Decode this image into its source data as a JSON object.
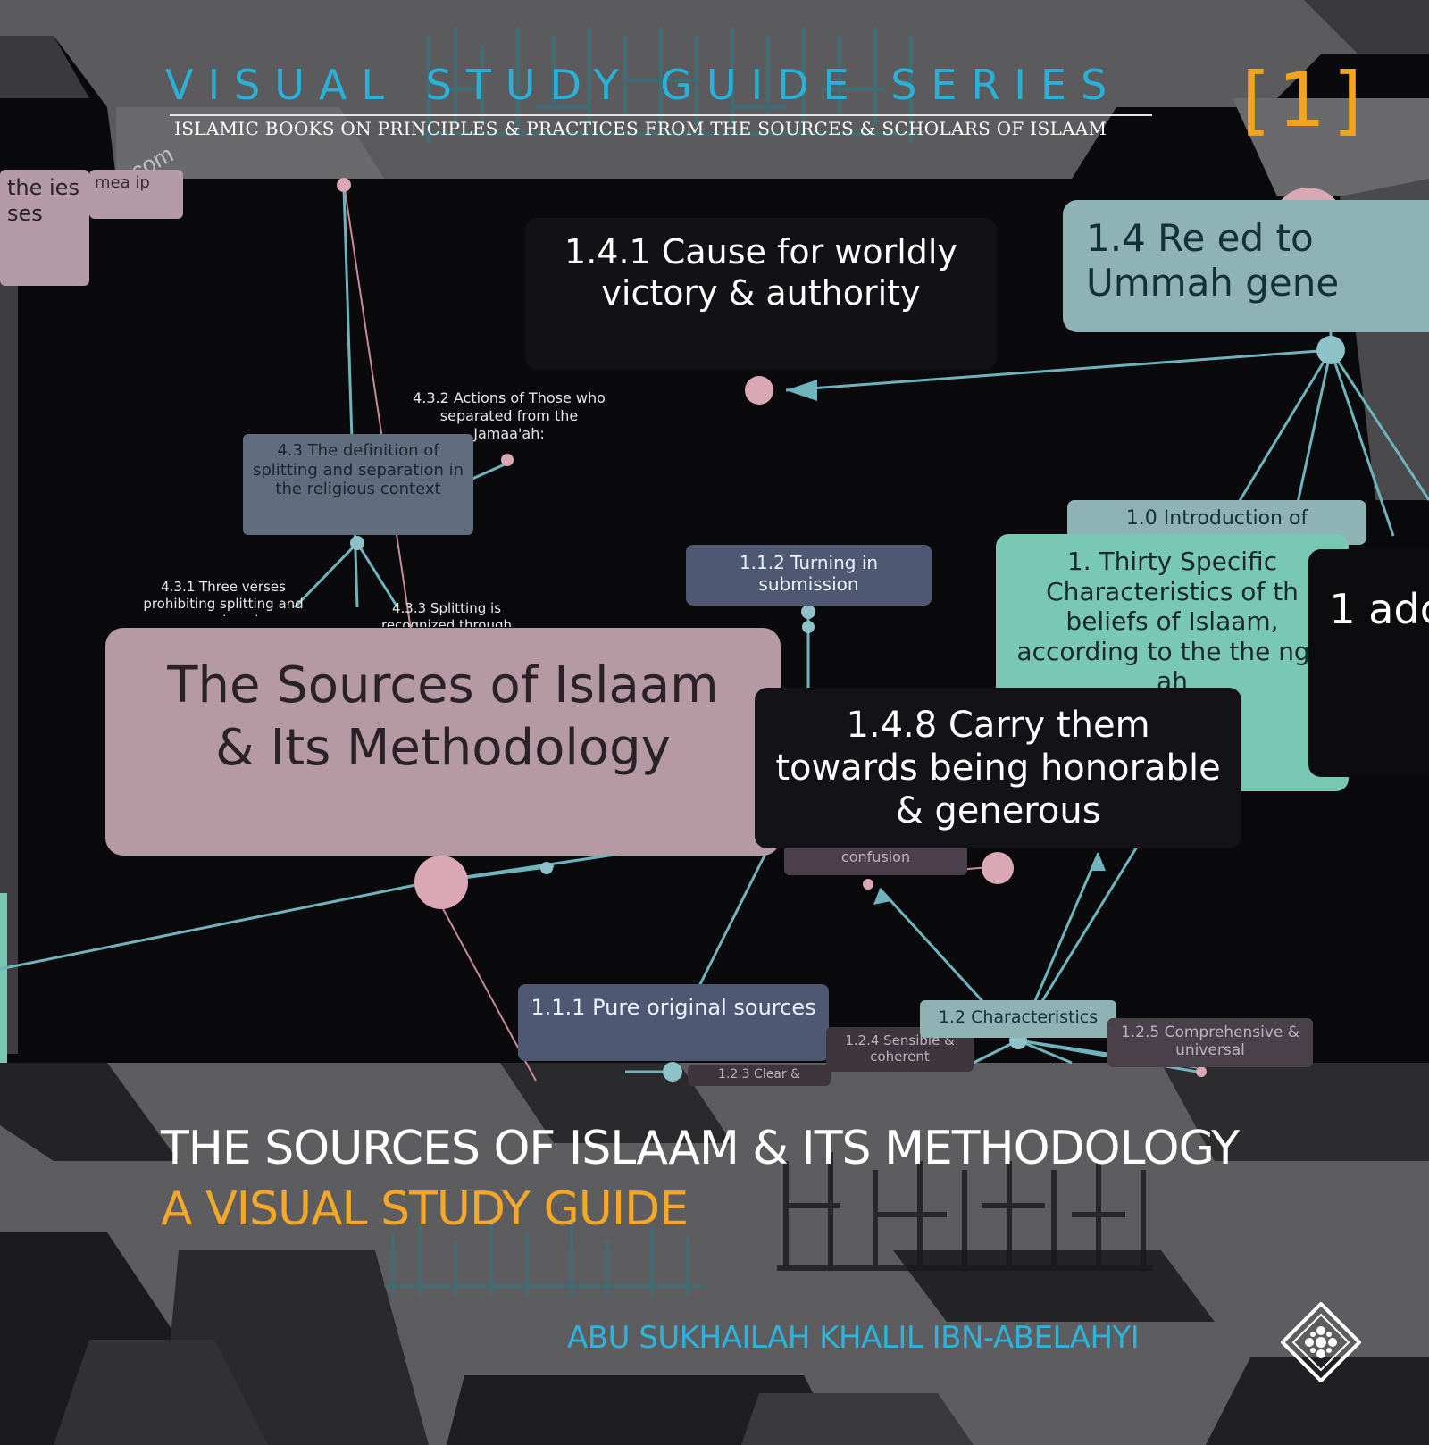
{
  "series": {
    "title_part1": "VISUAL",
    "title_part2": "STUDY GUIDE SERIES",
    "subtitle": "ISLAMIC BOOKS ON PRINCIPLES & PRACTICES FROM THE SOURCES & SCHOLARS OF ISLAAM",
    "number": "[1]"
  },
  "watermark": "islamicplace.com",
  "mindmap": {
    "n141": "1.4.1 Cause for worldly victory & authority",
    "n14": "1.4 Re ed to Ummah gene",
    "n432": "4.3.2 Actions of Those who separated from the Jamaa'ah:",
    "n43": "4.3 The definition of splitting and separation in the religious context",
    "n112": "1.1.2 Turning in submission",
    "n10": "1.0 Introduction of",
    "n1": "1. Thirty Specific Characteristics of th beliefs of Islaam, according to the the ng t ah",
    "n1right": "1 adc",
    "n431": "4.3.1 Three verses prohibiting splitting and comprehensive",
    "n433": "4.3.3 Splitting is recognized through",
    "center": "The Sources of Islaam & Its Methodology",
    "n148": "1.4.8 Carry them towards being honorable & generous",
    "confusion": "confusion",
    "n111": "1.1.1 Pure original sources",
    "n12": "1.2 Characteristics",
    "n124": "1.2.4 Sensible & coherent",
    "n125": "1.2.5 Comprehensive & universal",
    "n123": "1.2.3 Clear &",
    "left_fragment": "the ies ses",
    "left_fragment2": "mea ip"
  },
  "book": {
    "title": "THE SOURCES OF ISLAAM & ITS METHODOLOGY",
    "subtitle": "A VISUAL STUDY GUIDE",
    "author": "ABU SUKHAILAH KHALIL IBN-ABELAHYI"
  },
  "colors": {
    "accent_blue": "#2bb0d8",
    "accent_orange": "#f3a82a",
    "band_grey": "#5f5f61"
  }
}
